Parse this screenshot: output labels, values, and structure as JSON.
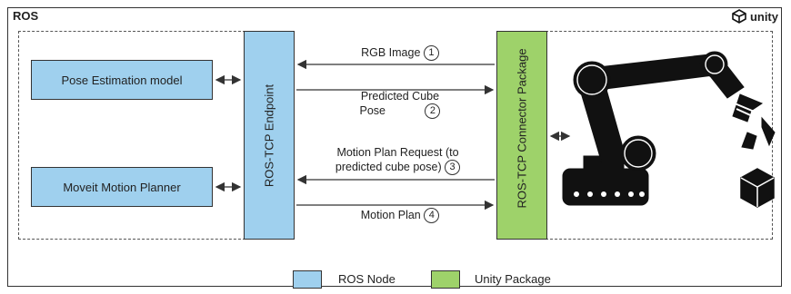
{
  "title": "ROS",
  "brand": "unity",
  "colors": {
    "ros_node": "#9fd0ee",
    "unity_package": "#9ed26a",
    "robot": "#111111"
  },
  "nodes": {
    "pose_estimation": "Pose Estimation model",
    "motion_planner": "Moveit Motion Planner",
    "endpoint": "ROS-TCP Endpoint",
    "connector": "ROS-TCP Connector Package"
  },
  "messages": [
    {
      "label": "RGB Image",
      "num": "1"
    },
    {
      "label": "Predicted Cube Pose",
      "line1": "Predicted Cube",
      "line2": "Pose",
      "num": "2"
    },
    {
      "label": "Motion Plan Request (to predicted cube pose)",
      "line1": "Motion Plan Request (to",
      "line2": "predicted cube pose)",
      "num": "3"
    },
    {
      "label": "Motion Plan",
      "num": "4"
    }
  ],
  "legend": {
    "ros_node": "ROS Node",
    "unity_package": "Unity Package"
  },
  "icons": [
    "unity-logo-icon",
    "robot-arm-icon",
    "cube-icon"
  ]
}
